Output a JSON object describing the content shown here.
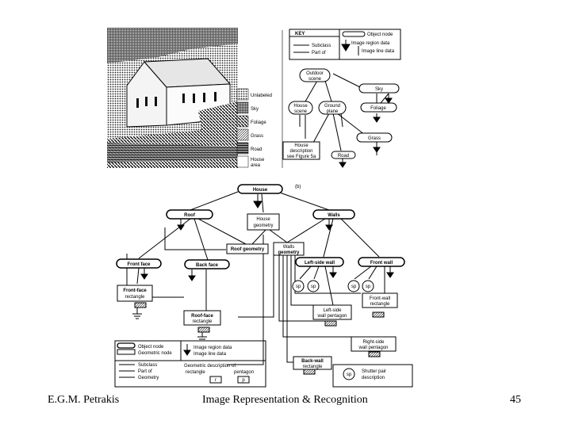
{
  "footer": {
    "author": "E.G.M. Petrakis",
    "title": "Image Representation & Recognition",
    "page": "45"
  },
  "top_legend": {
    "unlabeled": "Unlabeled",
    "sky": "Sky",
    "foliage": "Foliage",
    "grass": "Grass",
    "road": "Road",
    "house_area_1": "House",
    "house_area_2": "area"
  },
  "top_key": {
    "key": "KEY",
    "object_node": "Object node",
    "subclass": "Subclass",
    "part_of": "Part of",
    "image_region_data": "Image region data",
    "image_line_data": "Image line data"
  },
  "top_graph": {
    "outdoor_1": "Outdoor",
    "outdoor_2": "scene",
    "sky": "Sky",
    "house_scene_1": "House",
    "house_scene_2": "scene",
    "ground_1": "Ground",
    "ground_2": "plane",
    "foliage": "Foliage",
    "grass": "Grass",
    "road": "Road",
    "house_desc_1": "House",
    "house_desc_2": "description",
    "house_desc_3": "see Figure 5a"
  },
  "bottom_graph": {
    "panel_label": "(b)",
    "house": "House",
    "roof": "Roof",
    "house_geometry_1": "House",
    "house_geometry_2": "geometry",
    "walls": "Walls",
    "roof_geometry": "Roof geometry",
    "walls_geometry_1": "Walls",
    "walls_geometry_2": "geometry",
    "front_face": "Front face",
    "back_face": "Back face",
    "left_side_wall": "Left-side wall",
    "front_wall": "Front wall",
    "front_face_rect_1": "Front-face",
    "front_face_rect_2": "rectangle",
    "roof_face_rect_1": "Roof-face",
    "roof_face_rect_2": "rectangle",
    "left_side_pent_1": "Left-side",
    "left_side_pent_2": "wall pentagon",
    "front_wall_rect_1": "Front-wall",
    "front_wall_rect_2": "rectangle",
    "right_side_pent_1": "Right-side",
    "right_side_pent_2": "wall pentagon",
    "back_wall_rect_1": "Back-wall",
    "back_wall_rect_2": "rectangle",
    "sp": "sp"
  },
  "bottom_key": {
    "object_node": "Object node",
    "geometric_node": "Geometric node",
    "subclass": "Subclass",
    "part_of": "Part of",
    "geometry": "Geometry",
    "image_region_data": "Image region data",
    "image_line_data": "Image line data",
    "geom_desc_1": "Geometric description of:",
    "geom_desc_rect": "rectangle",
    "geom_desc_pent": "pentagon",
    "r": "r",
    "p": "p",
    "sp": "sp",
    "shutter_1": "Shutter pair",
    "shutter_2": "description"
  }
}
